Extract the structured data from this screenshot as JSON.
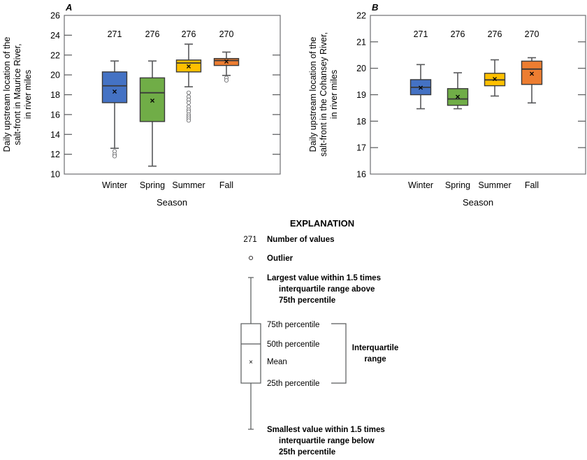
{
  "chart_data": [
    {
      "type": "box",
      "panel_label": "A",
      "title": "",
      "xlabel": "Season",
      "ylabel_lines": [
        "Daily upstream location of the",
        "salt-front in Maurice River,",
        "in river miles"
      ],
      "ylim": [
        10,
        26
      ],
      "yticks": [
        10,
        12,
        14,
        16,
        18,
        20,
        22,
        24,
        26
      ],
      "grid": false,
      "categories": [
        "Winter",
        "Spring",
        "Summer",
        "Fall"
      ],
      "counts": [
        "271",
        "276",
        "276",
        "270"
      ],
      "series": [
        {
          "name": "Winter",
          "color": "#4472c4",
          "whisker_high": 21.4,
          "q3": 20.3,
          "median": 18.9,
          "mean": 18.3,
          "q1": 17.2,
          "whisker_low": 12.6,
          "outliers": [
            12.3,
            12.0,
            11.8
          ]
        },
        {
          "name": "Spring",
          "color": "#70ad47",
          "whisker_high": 21.4,
          "q3": 19.7,
          "median": 18.2,
          "mean": 17.4,
          "q1": 15.3,
          "whisker_low": 10.8,
          "outliers": []
        },
        {
          "name": "Summer",
          "color": "#ffc000",
          "whisker_high": 23.1,
          "q3": 21.5,
          "median": 21.2,
          "mean": 20.85,
          "q1": 20.3,
          "whisker_low": 18.8,
          "outliers": [
            18.2,
            17.8,
            17.5,
            17.2,
            16.8,
            16.5,
            16.3,
            16.0,
            15.8,
            15.6,
            15.4
          ]
        },
        {
          "name": "Fall",
          "color": "#ed7d31",
          "whisker_high": 22.3,
          "q3": 21.65,
          "median": 21.45,
          "mean": 21.35,
          "q1": 20.95,
          "whisker_low": 19.95,
          "outliers": [
            19.7,
            19.45
          ]
        }
      ]
    },
    {
      "type": "box",
      "panel_label": "B",
      "title": "",
      "xlabel": "Season",
      "ylabel_lines": [
        "Daily upstream location of the",
        "salt-front in the Cohansey River,",
        "in river miles"
      ],
      "ylim": [
        16,
        22
      ],
      "yticks": [
        16,
        17,
        18,
        19,
        20,
        21,
        22
      ],
      "grid": false,
      "categories": [
        "Winter",
        "Spring",
        "Summer",
        "Fall"
      ],
      "counts": [
        "271",
        "276",
        "276",
        "270"
      ],
      "series": [
        {
          "name": "Winter",
          "color": "#4472c4",
          "whisker_high": 20.14,
          "q3": 19.57,
          "median": 19.28,
          "mean": 19.26,
          "q1": 19.0,
          "whisker_low": 18.47,
          "outliers": []
        },
        {
          "name": "Spring",
          "color": "#70ad47",
          "whisker_high": 19.83,
          "q3": 19.23,
          "median": 18.84,
          "mean": 18.92,
          "q1": 18.6,
          "whisker_low": 18.47,
          "outliers": []
        },
        {
          "name": "Summer",
          "color": "#ffc000",
          "whisker_high": 20.32,
          "q3": 19.81,
          "median": 19.56,
          "mean": 19.59,
          "q1": 19.34,
          "whisker_low": 18.95,
          "outliers": []
        },
        {
          "name": "Fall",
          "color": "#ed7d31",
          "whisker_high": 20.4,
          "q3": 20.27,
          "median": 19.97,
          "mean": 19.79,
          "q1": 19.39,
          "whisker_low": 18.69,
          "outliers": []
        }
      ]
    }
  ],
  "explanation": {
    "title": "EXPLANATION",
    "count_example": "271",
    "count_label": "Number of values",
    "outlier_label": "Outlier",
    "largest_lines": [
      "Largest value within 1.5 times",
      "interquartile range above",
      "75th percentile"
    ],
    "p75_label": "75th percentile",
    "p50_label": "50th percentile",
    "mean_label": "Mean",
    "p25_label": "25th percentile",
    "iqr_lines": [
      "Interquartile",
      "range"
    ],
    "smallest_lines": [
      "Smallest value within 1.5 times",
      "interquartile range below",
      "25th percentile"
    ]
  }
}
